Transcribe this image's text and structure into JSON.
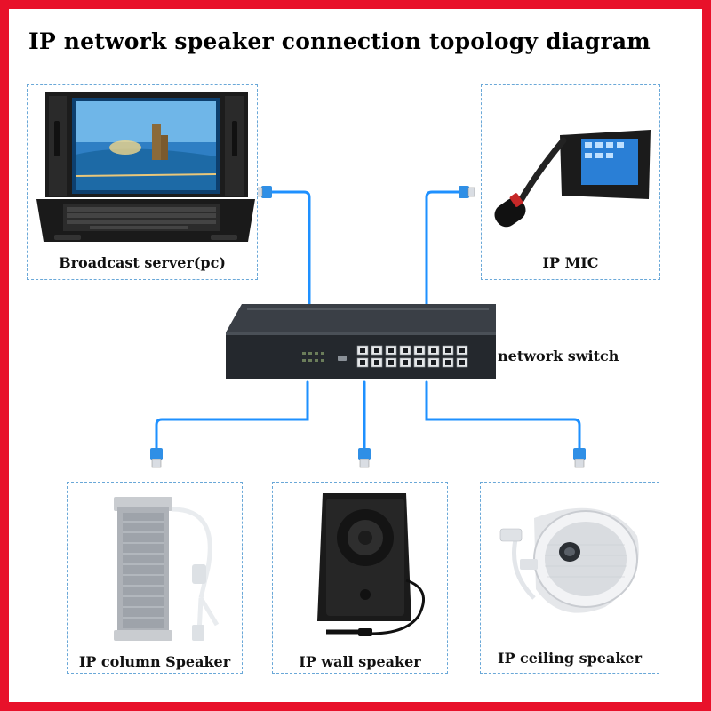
{
  "title": "IP network speaker connection topology diagram",
  "nodes": {
    "server": {
      "label": "Broadcast server(pc)"
    },
    "mic": {
      "label": "IP MIC"
    },
    "switch": {
      "label": "network switch"
    },
    "column": {
      "label": "IP column Speaker"
    },
    "wall": {
      "label": "IP wall speaker"
    },
    "ceiling": {
      "label": "IP ceiling speaker"
    }
  },
  "colors": {
    "frame": "#e8112a",
    "cable": "#1e90ff",
    "box_border": "#6aa8d8"
  }
}
